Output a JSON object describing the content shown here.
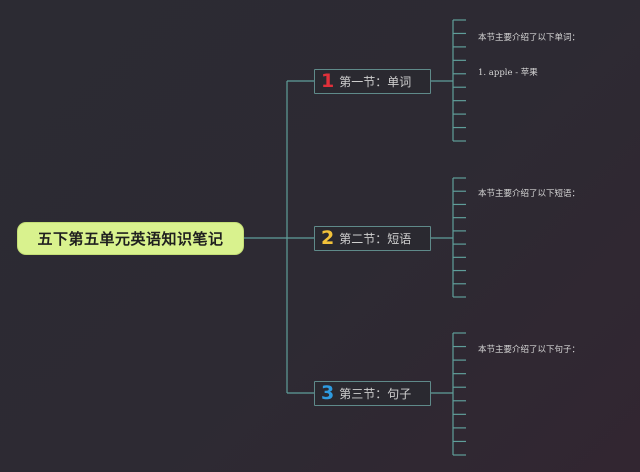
{
  "root": {
    "title": "五下第五单元英语知识笔记"
  },
  "colors": {
    "line": "#5f9e9a",
    "root_bg": "#d9f28e",
    "num1": "#e0303a",
    "num2": "#f2c23a",
    "num3": "#2e9be0"
  },
  "sections": [
    {
      "num": "1",
      "title": "第一节：单词",
      "note": "本节主要介绍了以下单词：",
      "item": "1. apple - 苹果"
    },
    {
      "num": "2",
      "title": "第二节：短语",
      "note": "本节主要介绍了以下短语：",
      "item": ""
    },
    {
      "num": "3",
      "title": "第三节：句子",
      "note": "本节主要介绍了以下句子：",
      "item": ""
    }
  ]
}
